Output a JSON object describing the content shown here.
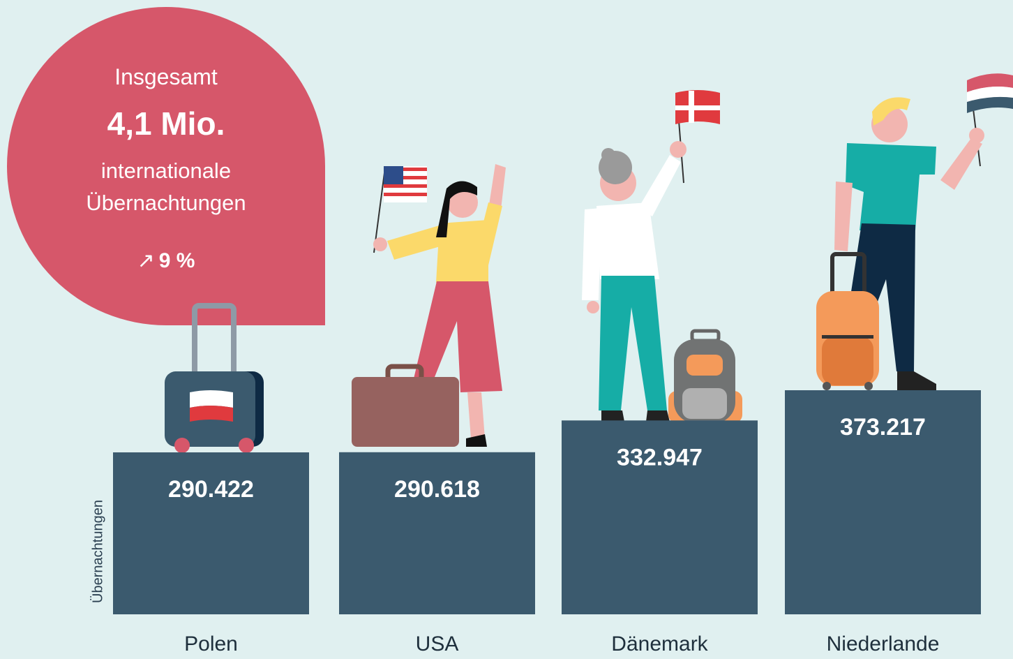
{
  "summary": {
    "label": "Insgesamt",
    "value": "4,1 Mio.",
    "line1": "internationale",
    "line2": "Übernachtungen",
    "change_arrow": "↗",
    "change": "9 %"
  },
  "colors": {
    "background": "#e0f0f0",
    "bubble": "#d6576a",
    "bar": "#3b5a6e",
    "bar_value_text": "#ffffff",
    "category_text": "#1e2f3c"
  },
  "chart_data": {
    "type": "bar",
    "categories": [
      "Polen",
      "USA",
      "Dänemark",
      "Niederlande"
    ],
    "values": [
      290422,
      290618,
      332947,
      373217
    ],
    "value_labels": [
      "290.422",
      "290.618",
      "332.947",
      "373.217"
    ],
    "ylabel": "Übernachtungen",
    "xlabel": "",
    "grid": false,
    "legend": "none"
  },
  "icons": [
    "suitcase-poland-flag-icon",
    "traveler-usa-flag-icon",
    "traveler-denmark-flag-icon",
    "traveler-netherlands-flag-icon"
  ]
}
